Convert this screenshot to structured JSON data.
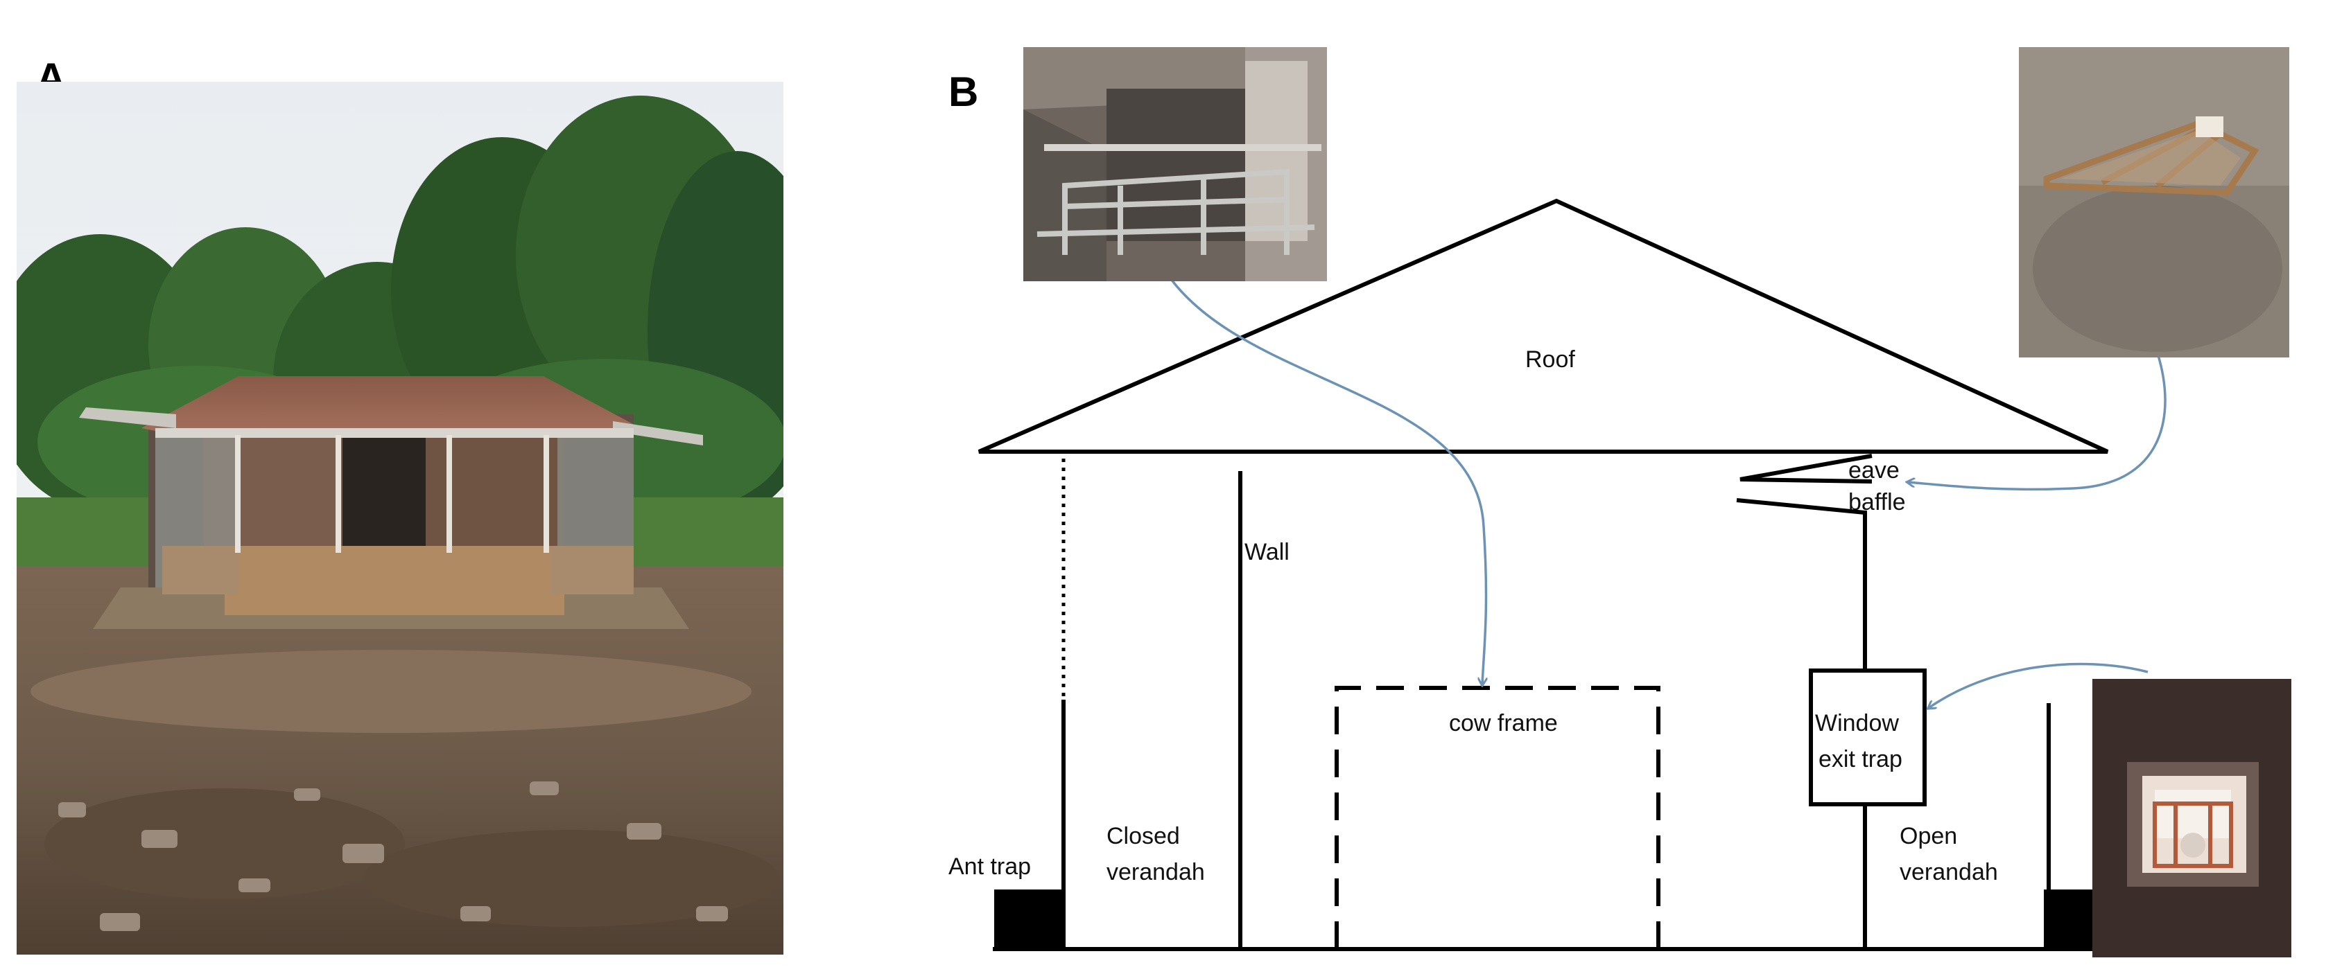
{
  "panels": {
    "a_label": "A",
    "b_label": "B"
  },
  "diagram": {
    "roof": "Roof",
    "wall": "Wall",
    "eave_baffle_line1": "eave",
    "eave_baffle_line2": "baffle",
    "cow_frame": "cow frame",
    "window_line1": "Window",
    "window_line2": "exit trap",
    "closed_verandah_line1": "Closed",
    "closed_verandah_line2": "verandah",
    "open_verandah_line1": "Open",
    "open_verandah_line2": "verandah",
    "ant_trap": "Ant trap"
  },
  "colors": {
    "arrow": "#6c93b5",
    "line": "#000000"
  }
}
